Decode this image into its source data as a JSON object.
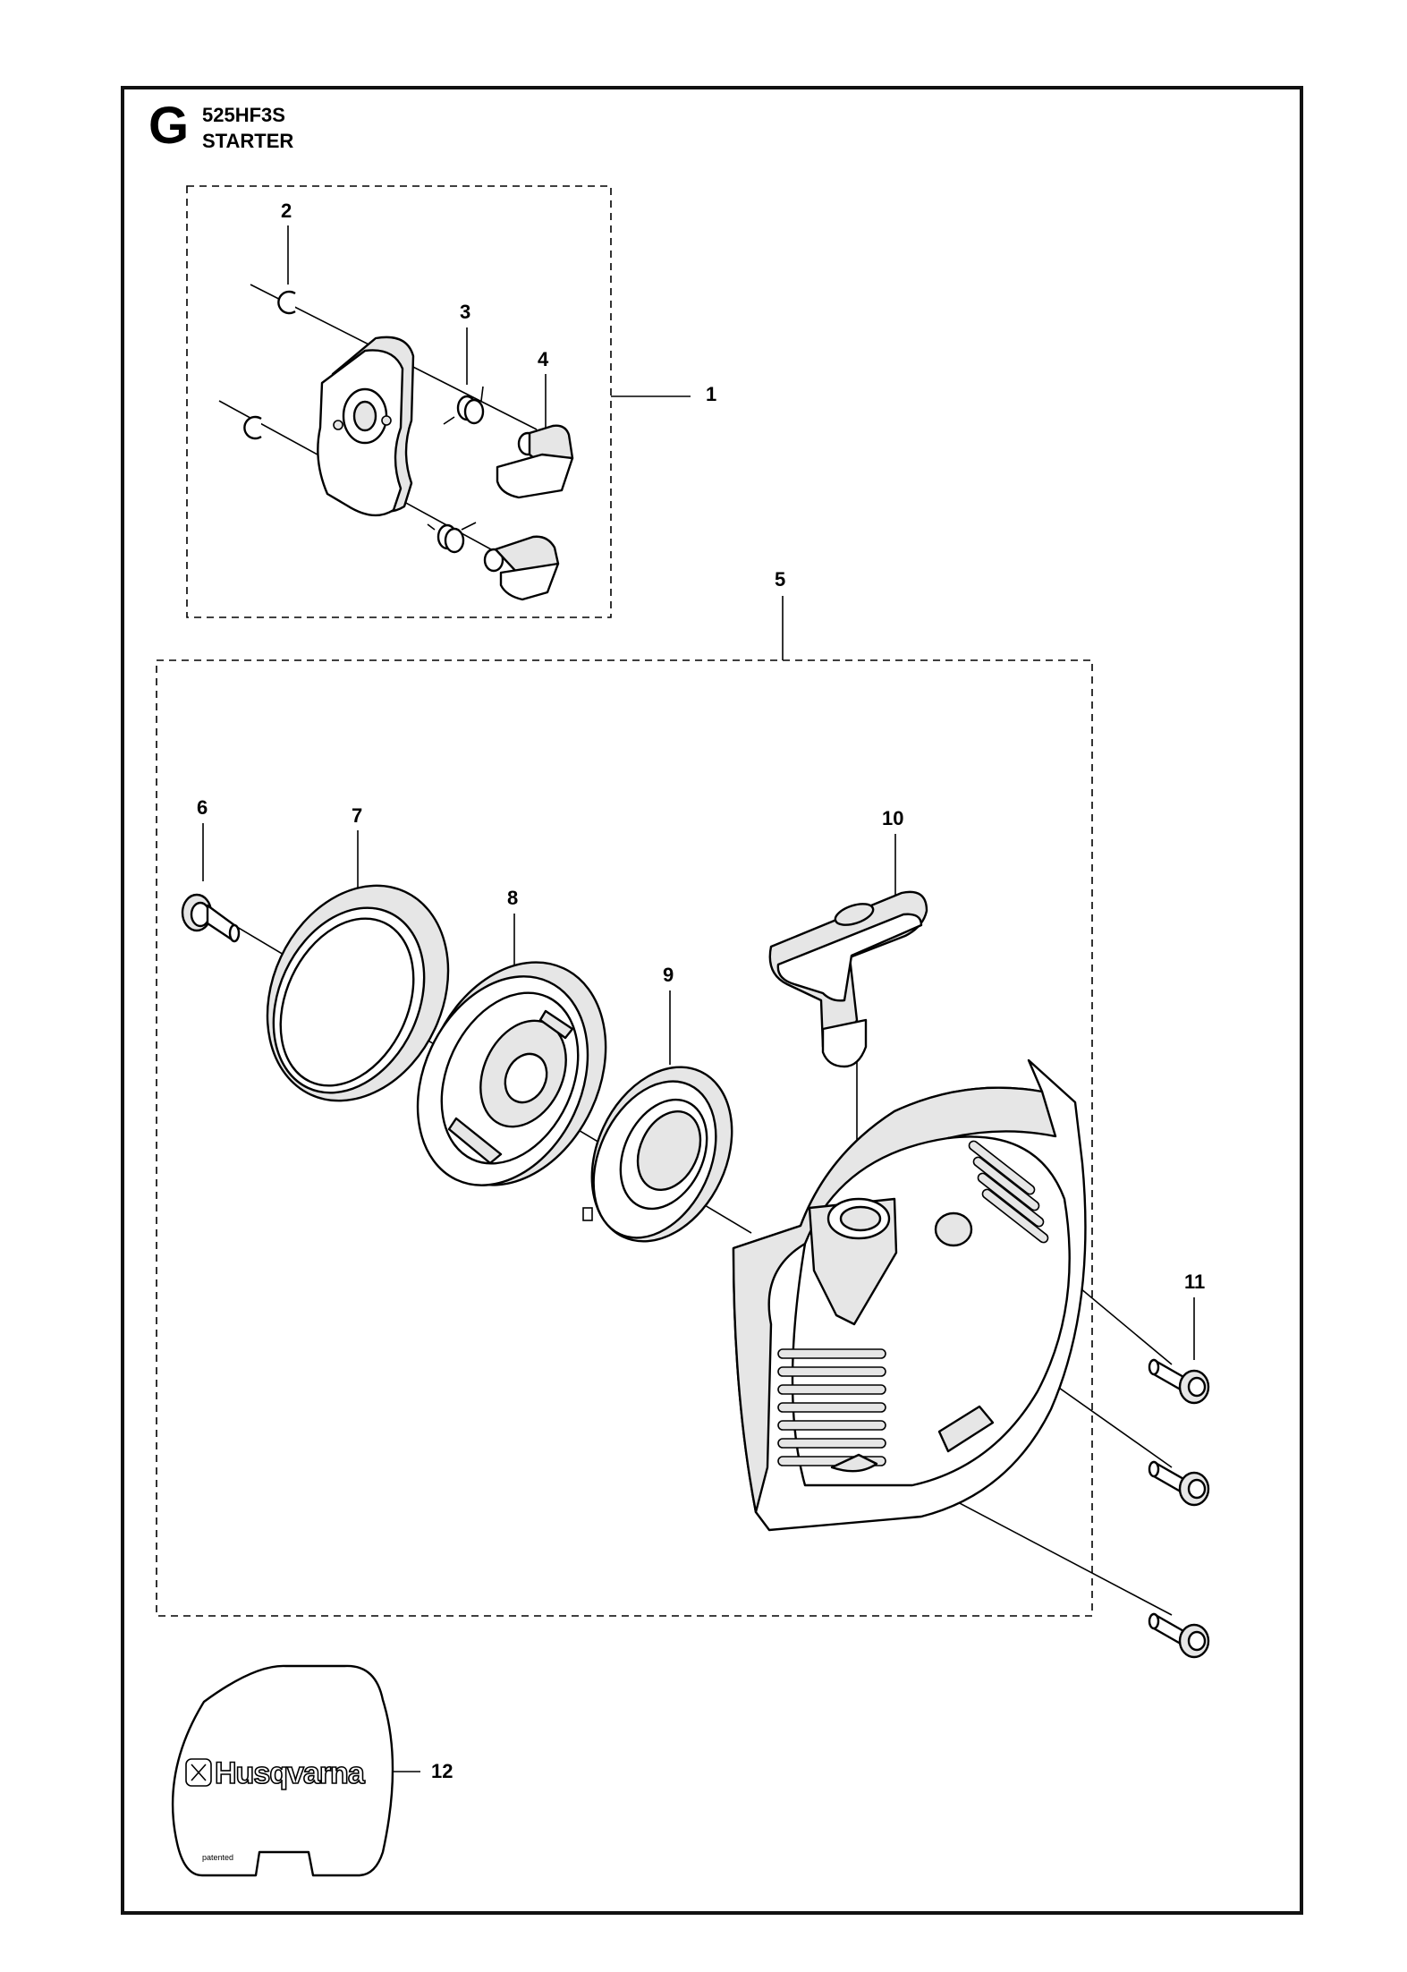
{
  "header": {
    "section_letter": "G",
    "model": "525HF3S",
    "title": "STARTER"
  },
  "callouts": [
    "1",
    "2",
    "3",
    "4",
    "5",
    "6",
    "7",
    "8",
    "9",
    "10",
    "11",
    "12"
  ],
  "decal": {
    "brand": "Husqvarna",
    "small_print": "patented"
  }
}
